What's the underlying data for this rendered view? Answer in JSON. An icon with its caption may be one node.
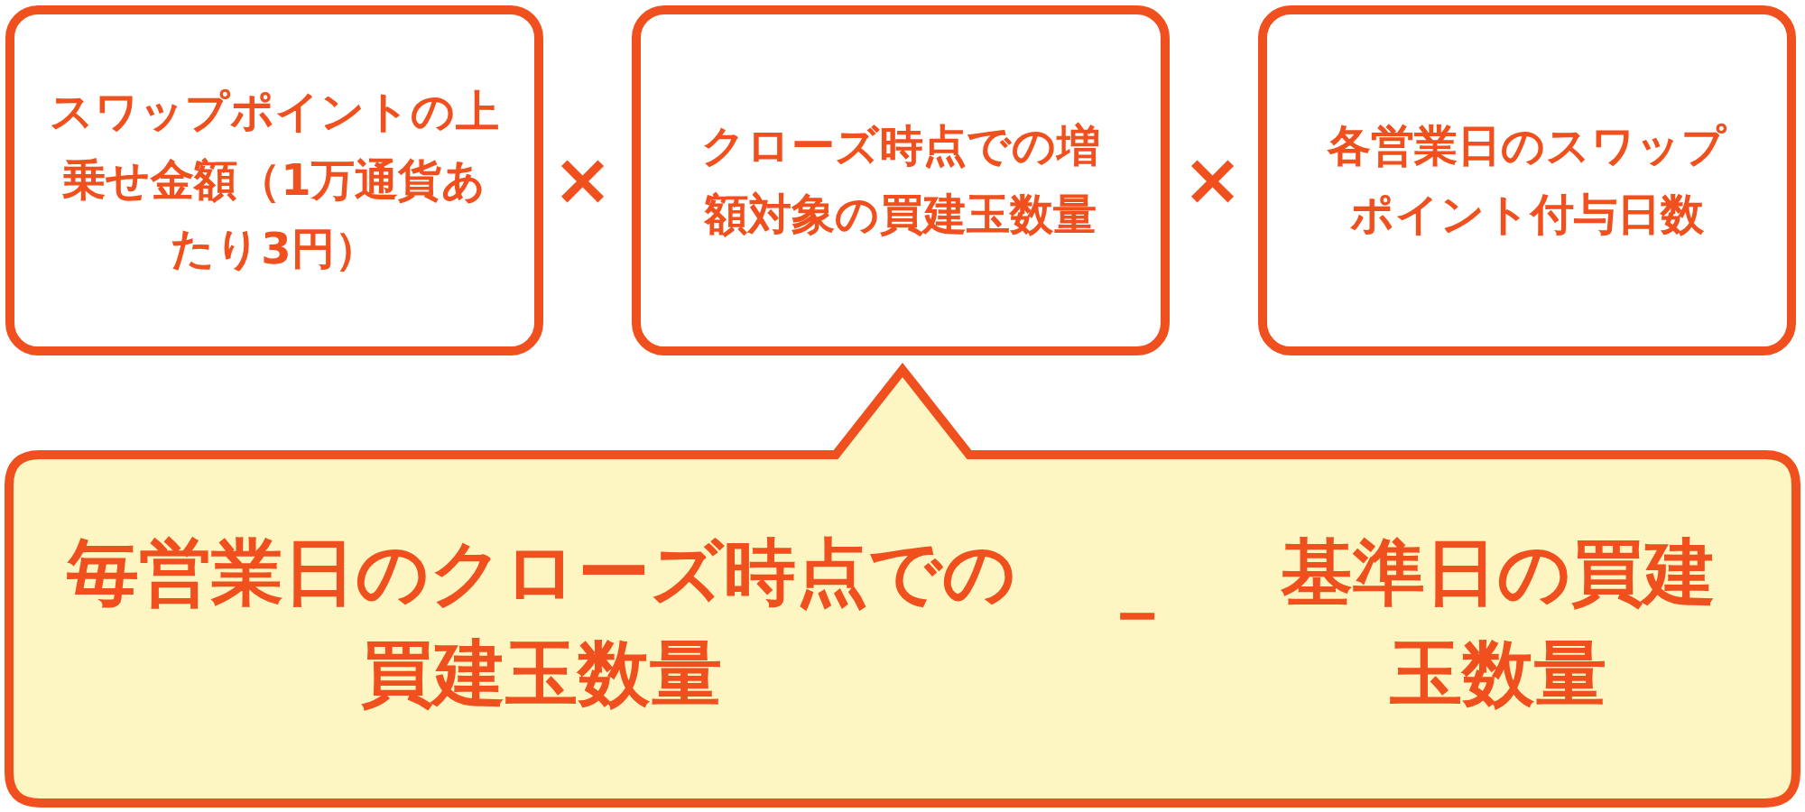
{
  "diagram": {
    "nodes": [
      {
        "text": [
          "スワップポイントの上乗せ金額（1万通貨あたり3円）"
        ]
      },
      {
        "text": [
          "クローズ時点での増額対象の買建玉数量"
        ]
      },
      {
        "text": [
          "各営業日のスワップポイント付与日数"
        ]
      },
      {
        "text": [
          "毎営業日のクローズ時点での買建玉数量",
          "基準日の買建玉数量"
        ]
      }
    ],
    "labels": [
      "×",
      "×",
      "－"
    ]
  }
}
